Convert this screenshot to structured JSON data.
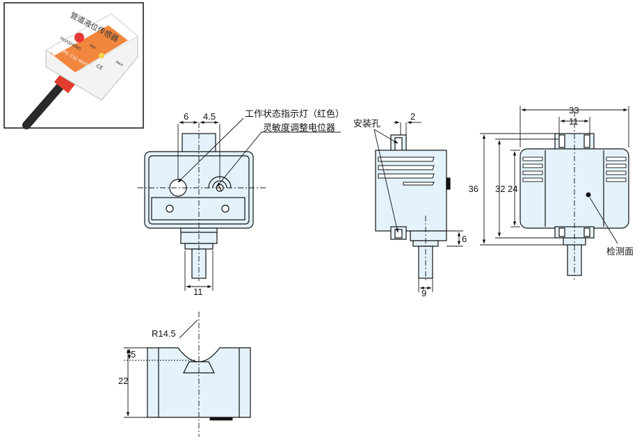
{
  "photo": {
    "device_title": "管道液位传感器",
    "brand": "HUASHENG",
    "type_line": "TYPE: CSC-WVD",
    "min_label": "MIN",
    "max_label": "MAX",
    "ce_mark": "CE"
  },
  "front_view": {
    "dim_left": "6",
    "dim_right": "4.5",
    "dim_bottom": "11",
    "callout_indicator": "工作状态指示灯（红色）",
    "callout_pot": "灵敏度调整电位器"
  },
  "side_view": {
    "callout_holes": "安装孔",
    "dim_top": "2",
    "dim_right": "6",
    "dim_bottom": "9"
  },
  "back_view": {
    "dim_width": "33",
    "dim_inner": "11",
    "dim_h1": "36",
    "dim_h2": "32",
    "dim_h3": "24",
    "callout_surface": "检测面"
  },
  "bottom_view": {
    "radius": "R14.5",
    "dim_small": "5",
    "dim_height": "22"
  },
  "colors": {
    "body_fill": "#e4f2fb",
    "line": "#111111",
    "label_orange": "#f07a2a",
    "cable_sleeve": "#e23c2e"
  }
}
